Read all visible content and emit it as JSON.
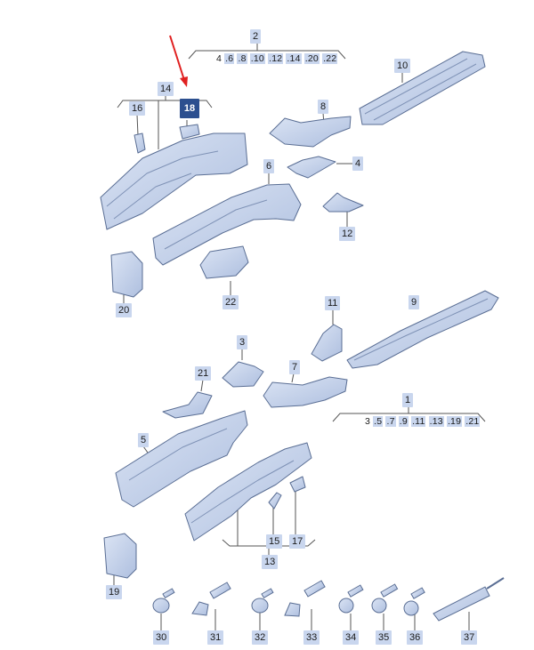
{
  "callouts": {
    "c1": "1",
    "c2": "2",
    "c3": "3",
    "c4": "4",
    "c5": "5",
    "c6": "6",
    "c7": "7",
    "c8": "8",
    "c9": "9",
    "c10": "10",
    "c11": "11",
    "c12": "12",
    "c13": "13",
    "c14": "14",
    "c15": "15",
    "c16": "16",
    "c17": "17",
    "c18": "18",
    "c19": "19",
    "c20": "20",
    "c21": "21",
    "c22": "22",
    "c30": "30",
    "c31": "31",
    "c32": "32",
    "c33": "33",
    "c34": "34",
    "c35": "35",
    "c36": "36",
    "c37": "37"
  },
  "group2_refs": [
    "4",
    ".6",
    ".8",
    ".10",
    ".12",
    ".14",
    ".20",
    ".22"
  ],
  "group1_refs": [
    "3",
    ".5",
    ".7",
    ".9",
    ".11",
    ".13",
    ".19",
    ".21"
  ],
  "highlighted_part": "18",
  "colors": {
    "part_fill": "#c9d6ee",
    "part_stroke": "#5a6e94",
    "highlight": "#2c4f8f",
    "arrow": "#e02020",
    "leader": "#555555"
  }
}
